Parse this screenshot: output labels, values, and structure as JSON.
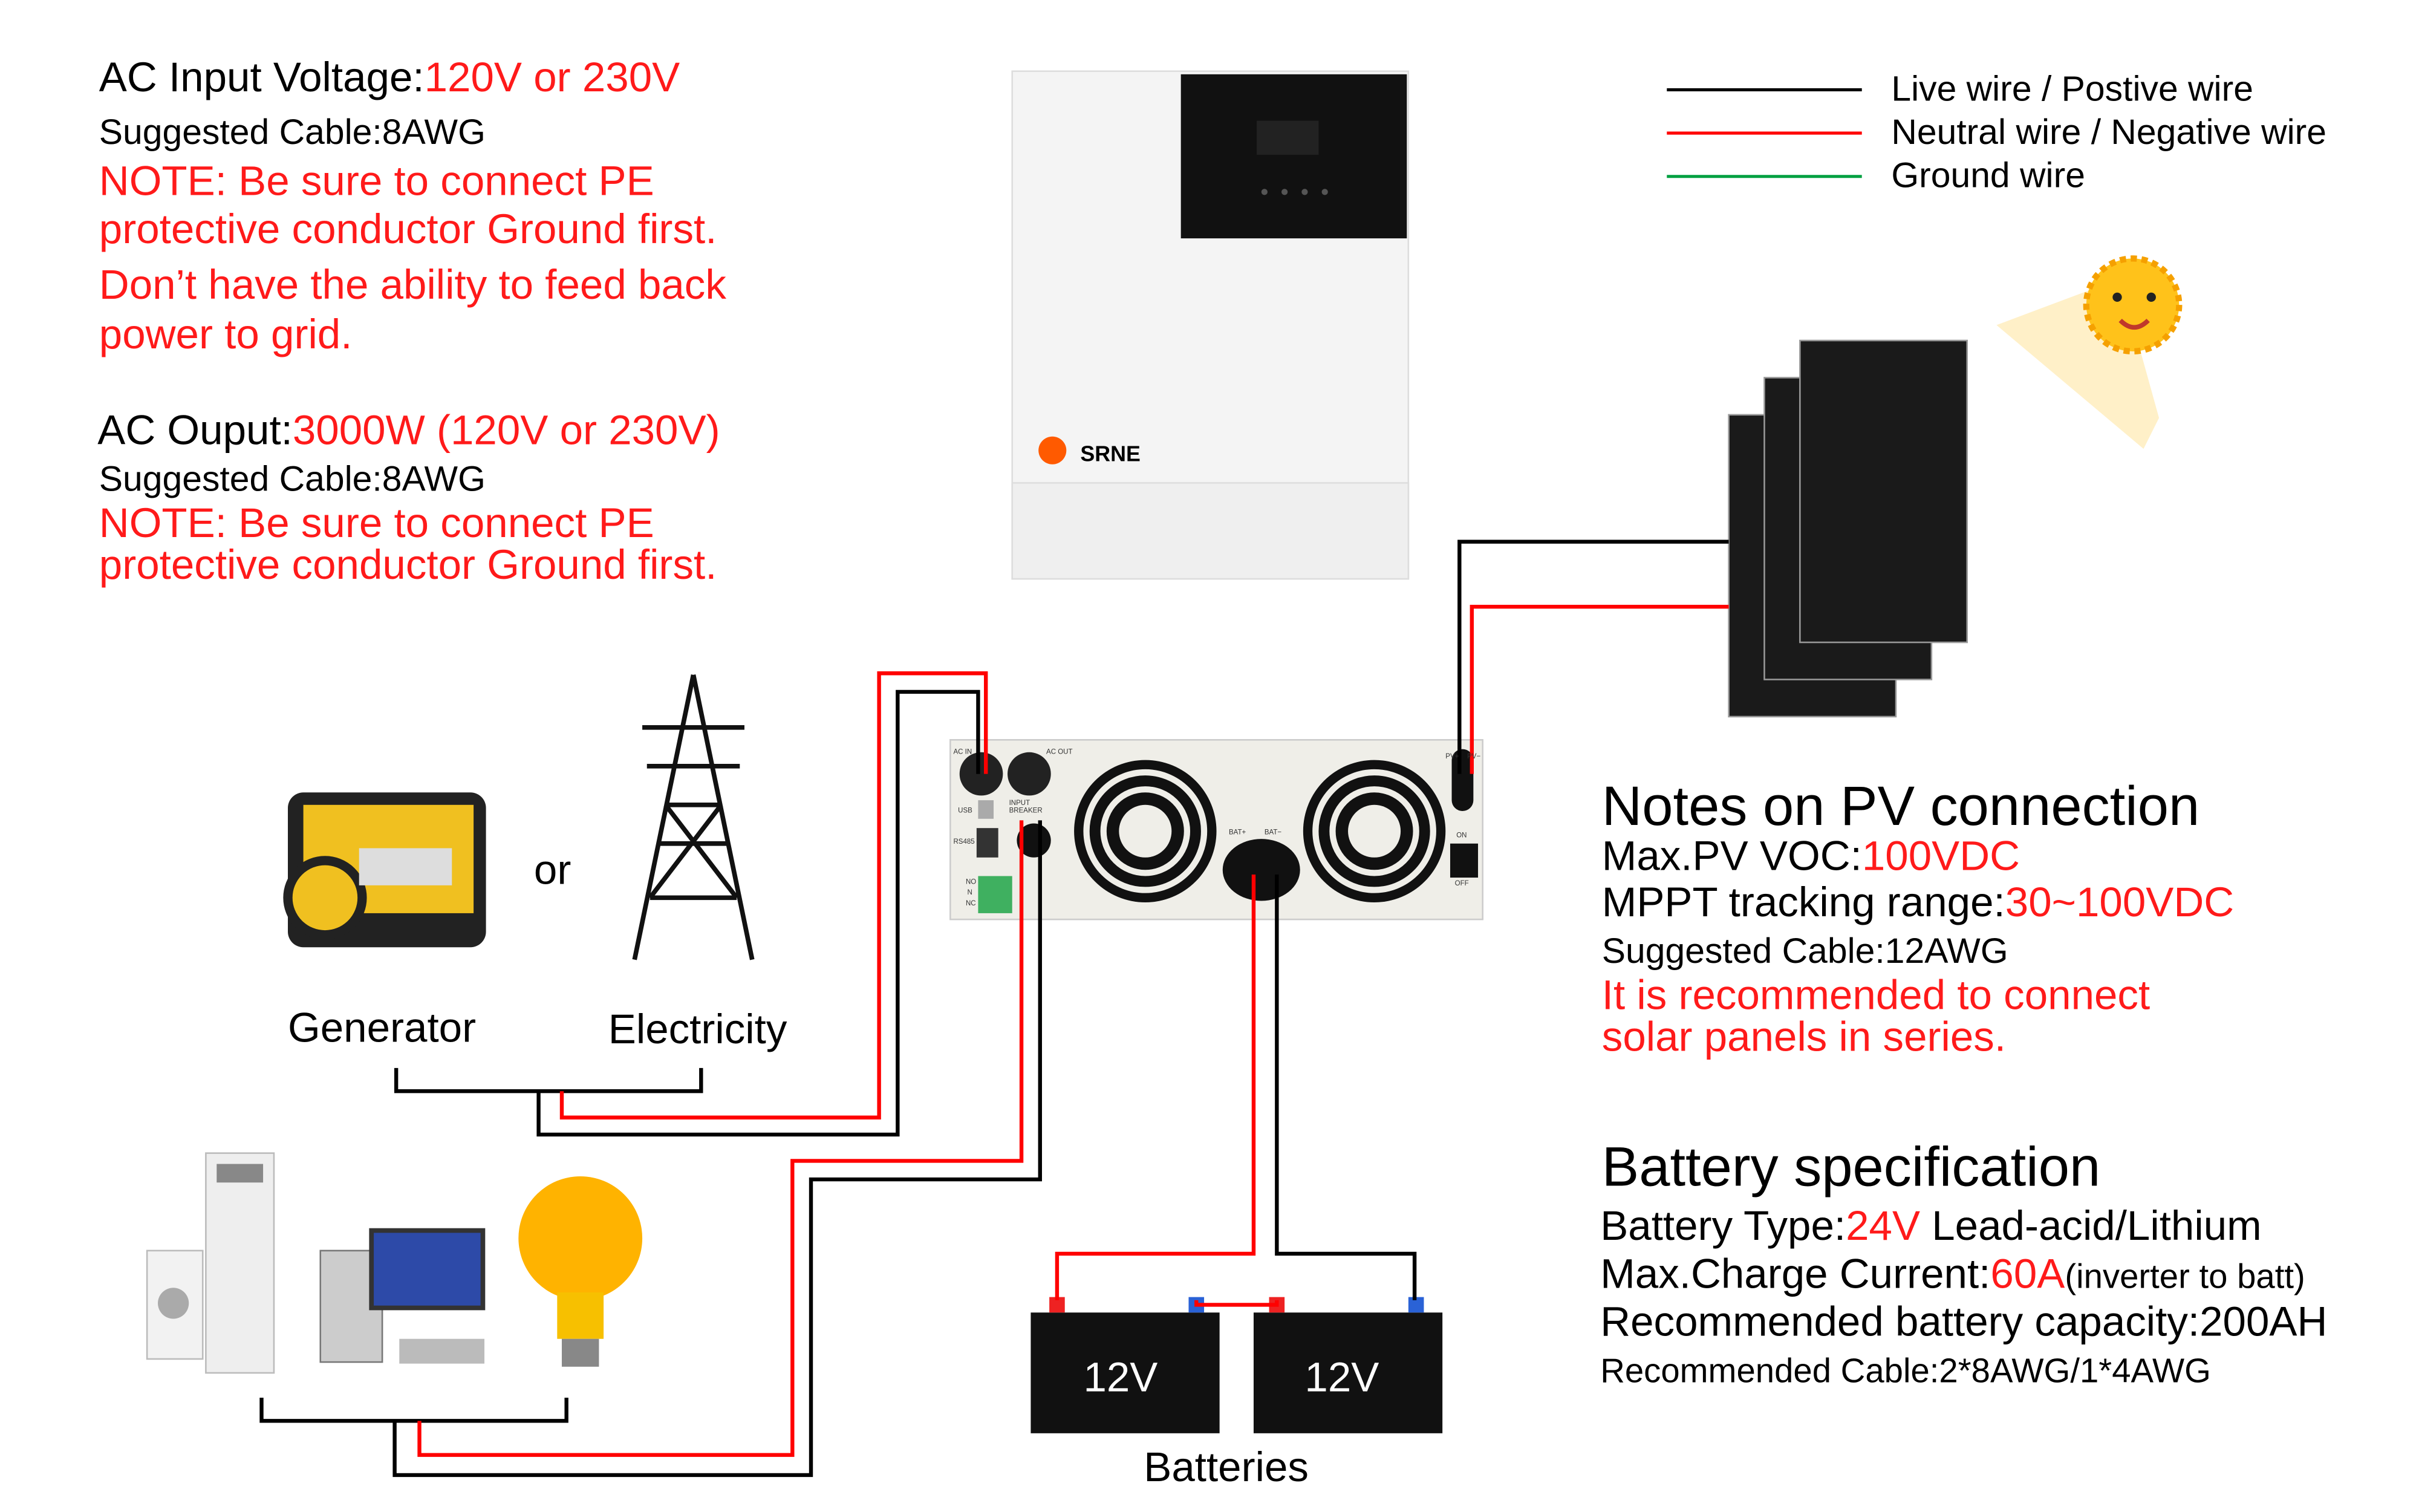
{
  "ac_input": {
    "label": "AC Input Voltage:",
    "value": "120V or 230V",
    "cable": "Suggested Cable:8AWG",
    "note1": "NOTE: Be sure to connect PE",
    "note2": "protective conductor Ground first.",
    "note3": "Don’t have the ability to feed back",
    "note4": "power to grid."
  },
  "ac_output": {
    "label": "AC Ouput:",
    "value": "3000W (120V or 230V)",
    "cable": "Suggested Cable:8AWG",
    "note1": "NOTE: Be sure to connect PE",
    "note2": "protective conductor Ground first."
  },
  "legend": [
    {
      "label": "Live wire / Postive wire",
      "color": "#000000"
    },
    {
      "label": "Neutral wire / Negative wire",
      "color": "#ff0000"
    },
    {
      "label": "Ground wire",
      "color": "#00a040"
    }
  ],
  "inverter": {
    "brand": "SRNE",
    "ports": {
      "ac_in": "AC IN",
      "ac_out": "AC OUT",
      "usb": "USB",
      "rs485": "RS485",
      "breaker": "INPUT BREAKER",
      "bat_pos": "BAT+",
      "bat_neg": "BAT−",
      "pv_pos": "PV+",
      "pv_neg": "PV−",
      "on": "ON",
      "off": "OFF",
      "no": "NO",
      "n": "N",
      "nc": "NC"
    }
  },
  "sources": {
    "generator": "Generator",
    "or": "or",
    "electricity": "Electricity"
  },
  "pv_notes": {
    "title": "Notes on PV connection",
    "voc_label": "Max.PV VOC:",
    "voc_value": "100VDC",
    "mppt_label": "MPPT tracking range:",
    "mppt_value": "30~100VDC",
    "cable": "Suggested Cable:12AWG",
    "rec1": "It is recommended to connect",
    "rec2": "solar panels in series."
  },
  "battery_spec": {
    "title": "Battery specification",
    "type_label": "Battery Type:",
    "type_value": "24V",
    "type_rest": " Lead-acid/Lithium",
    "charge_label": "Max.Charge Current:",
    "charge_value": "60A",
    "charge_note": "(inverter to batt)",
    "capacity": "Recommended battery capacity:200AH",
    "cable": "Recommended Cable:2*8AWG/1*4AWG"
  },
  "batteries": {
    "b1": "12V",
    "b2": "12V",
    "label": "Batteries"
  },
  "colors": {
    "red": "#ff1a1a",
    "black": "#000000",
    "green": "#00a040"
  }
}
